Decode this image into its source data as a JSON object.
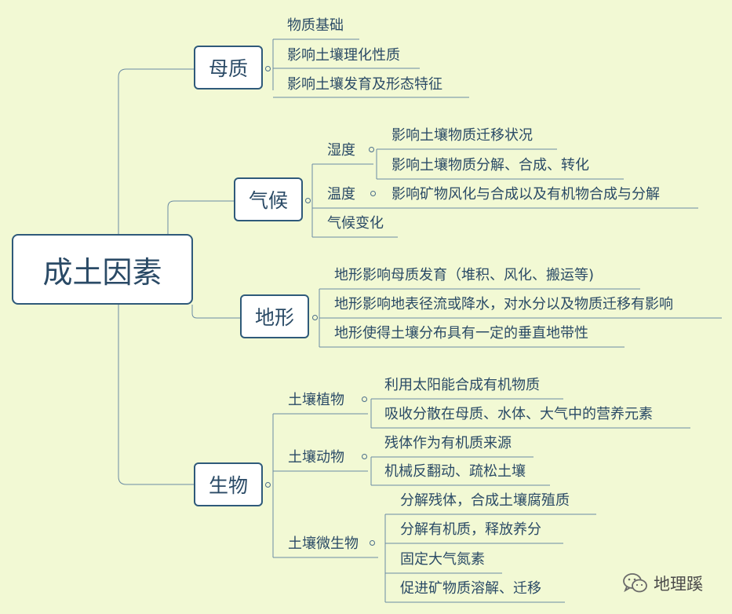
{
  "root": {
    "label": "成土因素"
  },
  "branches": {
    "parent_material": {
      "label": "母质",
      "items": [
        "物质基础",
        "影响土壤理化性质",
        "影响土壤发育及形态特征"
      ]
    },
    "climate": {
      "label": "气候",
      "humidity": {
        "label": "湿度",
        "items": [
          "影响土壤物质迁移状况",
          "影响土壤物质分解、合成、转化"
        ]
      },
      "temperature": {
        "label": "温度",
        "items": [
          "影响矿物风化与合成以及有机物合成与分解"
        ]
      },
      "change": {
        "label": "气候变化"
      }
    },
    "terrain": {
      "label": "地形",
      "items": [
        "地形影响母质发育（堆积、风化、搬运等)",
        "地形影响地表径流或降水，对水分以及物质迁移有影响",
        "地形使得土壤分布具有一定的垂直地带性"
      ]
    },
    "biology": {
      "label": "生物",
      "plants": {
        "label": "土壤植物",
        "items": [
          "利用太阳能合成有机物质",
          "吸收分散在母质、水体、大气中的营养元素"
        ]
      },
      "animals": {
        "label": "土壤动物",
        "items": [
          "残体作为有机质来源",
          "机械反翻动、疏松土壤"
        ]
      },
      "microbes": {
        "label": "土壤微生物",
        "items": [
          "分解残体，合成土壤腐殖质",
          "分解有机质，释放养分",
          "固定大气氮素",
          "促进矿物质溶解、迁移"
        ]
      }
    }
  },
  "watermark": {
    "text": "地理蹊",
    "icon": "wechat-icon"
  },
  "colors": {
    "background": "#f2f9d4",
    "line": "#2f5a7a",
    "text": "#2a4a66",
    "box_fill": "#ffffff"
  }
}
